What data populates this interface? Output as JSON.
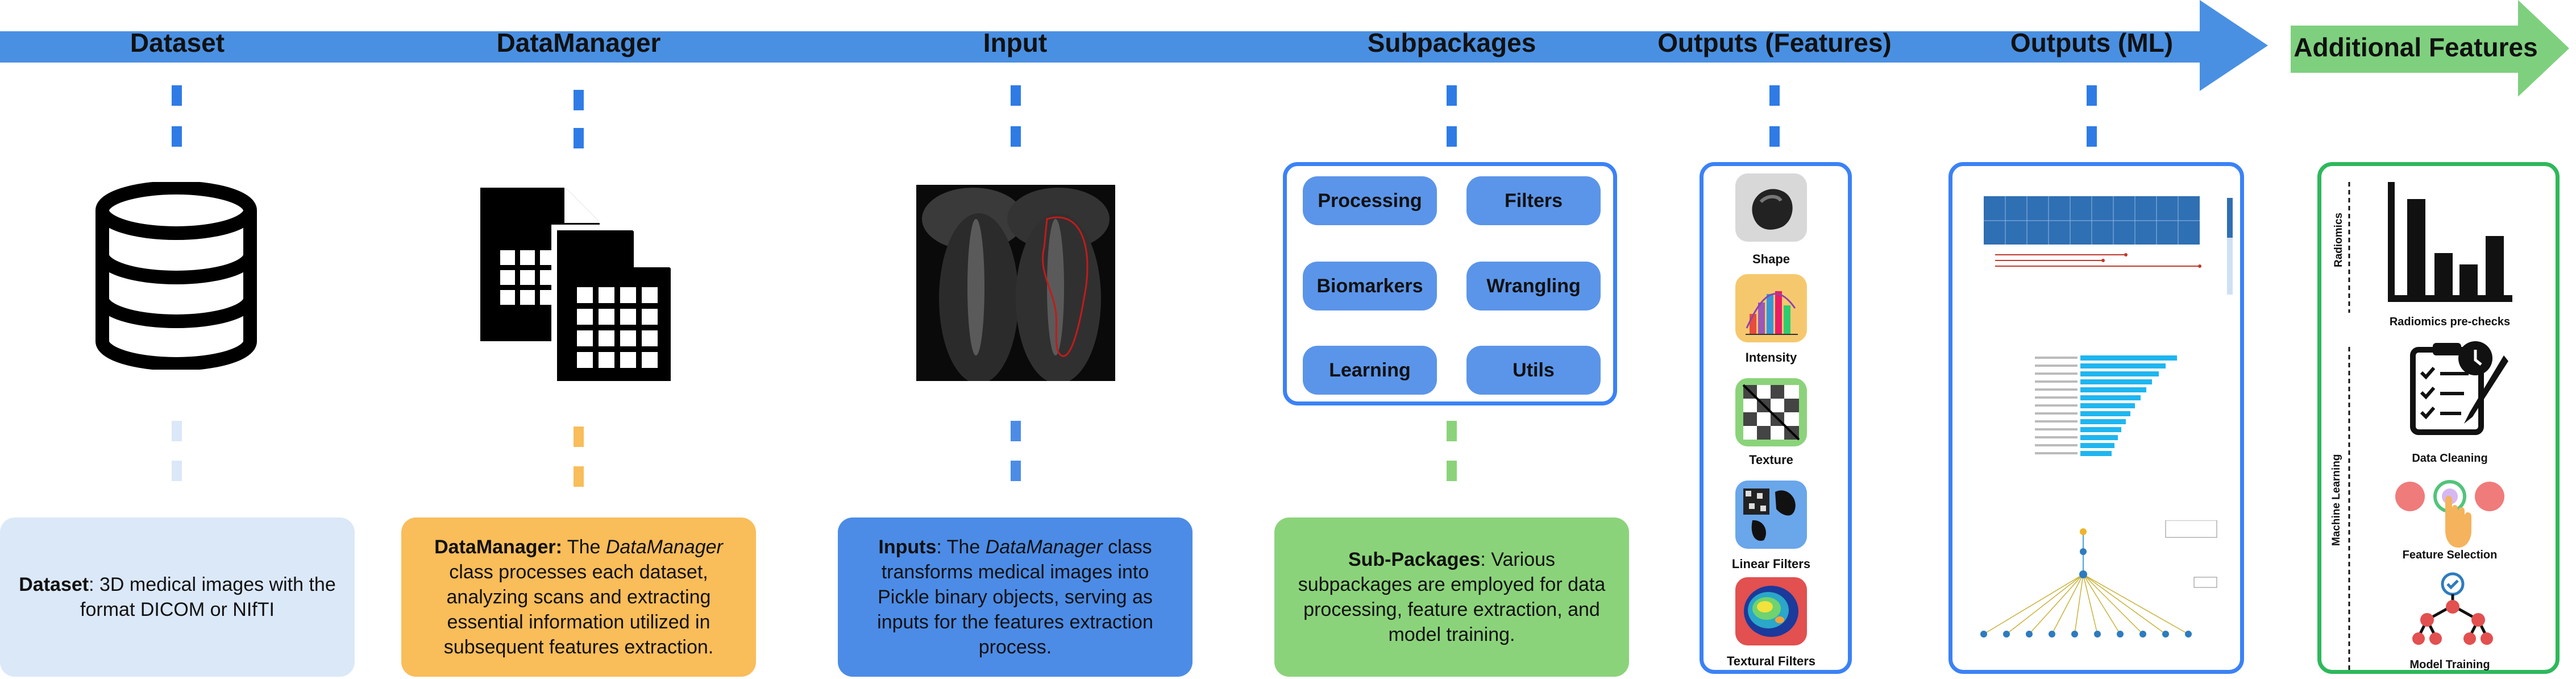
{
  "stages": {
    "dataset": "Dataset",
    "datamanager": "DataManager",
    "input": "Input",
    "subpackages": "Subpackages",
    "outputs_features": "Outputs (Features)",
    "outputs_ml": "Outputs (ML)",
    "additional_features": "Additional Features"
  },
  "descriptions": {
    "dataset": {
      "bold": "Dataset",
      "rest": ": 3D medical images with the format DICOM or NIfTI"
    },
    "datamanager": {
      "bold": "DataManager:",
      "pre": " The ",
      "italic": "DataManager",
      "rest": " class processes each dataset, analyzing scans and extracting essential information utilized in subsequent features extraction."
    },
    "inputs": {
      "bold": "Inputs",
      "pre": ": The ",
      "italic": "DataManager",
      "rest": " class transforms medical images into Pickle binary objects, serving as inputs for the features extraction process."
    },
    "subpackages": {
      "bold": "Sub-Packages",
      "rest": ": Various subpackages are employed for data processing, feature extraction, and model training."
    }
  },
  "subpackages": [
    "Processing",
    "Filters",
    "Biomarkers",
    "Wrangling",
    "Learning",
    "Utils"
  ],
  "features": [
    "Shape",
    "Intensity",
    "Texture",
    "Linear Filters",
    "Textural Filters"
  ],
  "additional": {
    "radiomics_label": "Radiomics",
    "ml_label": "Machine Learning",
    "items": [
      "Radiomics pre-checks",
      "Data Cleaning",
      "Feature Selection",
      "Model Training"
    ]
  },
  "colors": {
    "arrow_blue": "#4a90e2",
    "arrow_green": "#7ed07e",
    "dataset_box": "#dbe8f8",
    "datamanager_box": "#f9bd5a",
    "inputs_box": "#4c8ce6",
    "subpackages_box": "#8bd37a",
    "frame_blue": "#3b82f6",
    "frame_green": "#2eb85c"
  }
}
